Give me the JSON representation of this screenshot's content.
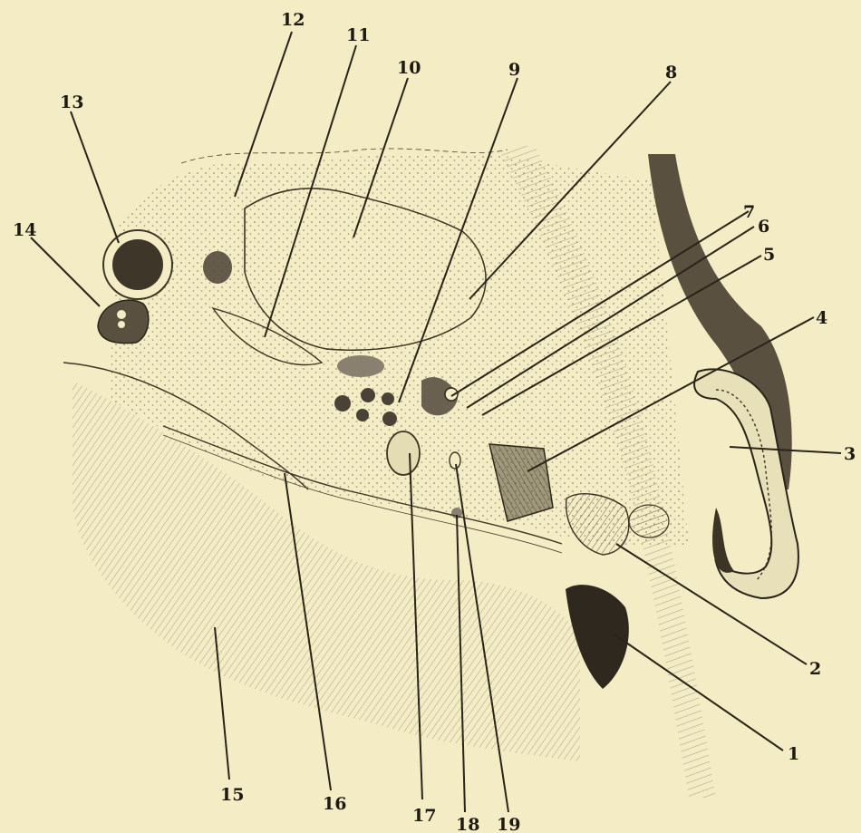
{
  "figure": {
    "labels": [
      "1",
      "2",
      "3",
      "4",
      "5",
      "6",
      "7",
      "8",
      "9",
      "10",
      "11",
      "12",
      "13",
      "14",
      "15",
      "16",
      "17",
      "18",
      "19"
    ]
  }
}
